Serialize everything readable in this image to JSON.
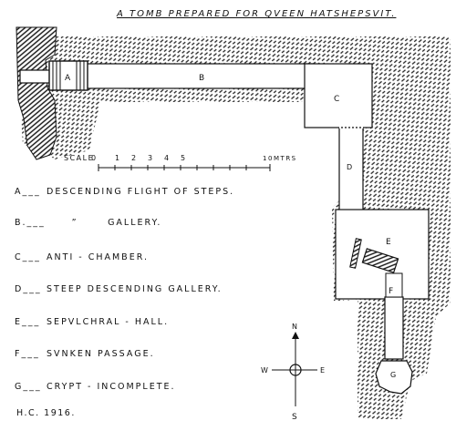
{
  "title": "A TOMB PREPARED FOR QVEEN HATSHEPSVIT.",
  "chambers": {
    "a": "A",
    "b": "B",
    "c": "C",
    "d": "D",
    "e": "E",
    "f": "F",
    "g": "G"
  },
  "scale": {
    "label": "SCALE",
    "ticks": [
      "0",
      "1",
      "2",
      "3",
      "4",
      "5"
    ],
    "end_tick": "10",
    "unit": "MTRS"
  },
  "legend": [
    {
      "key": "A___",
      "text": "DESCENDING FLIGHT OF STEPS."
    },
    {
      "key": "B.___",
      "ditto": "”",
      "text": "GALLERY."
    },
    {
      "key": "C___",
      "text": "ANTI - CHAMBER."
    },
    {
      "key": "D___",
      "text": "STEEP DESCENDING GALLERY."
    },
    {
      "key": "E___",
      "text": "SEPVLCHRAL - HALL."
    },
    {
      "key": "F___",
      "text": "SVNKEN PASSAGE."
    },
    {
      "key": "G___",
      "text": "CRYPT  -  INCOMPLETE."
    }
  ],
  "compass": {
    "n": "N",
    "s": "S",
    "e": "E",
    "w": "W"
  },
  "signature": "H.C. 1916."
}
